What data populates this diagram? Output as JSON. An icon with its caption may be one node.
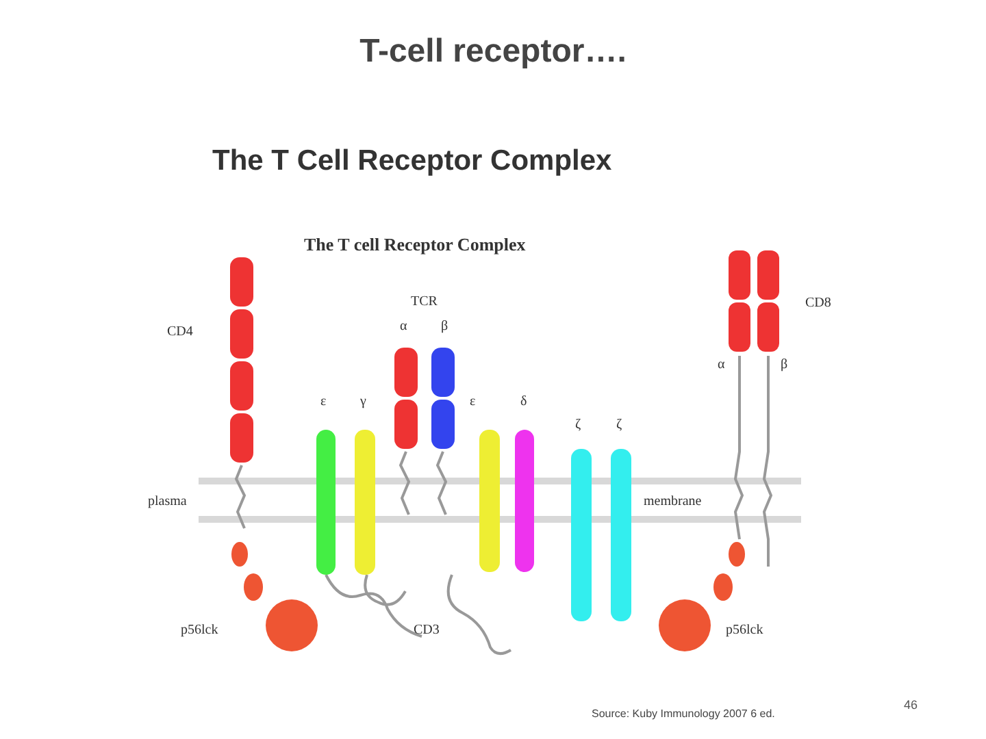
{
  "diagram": {
    "title": "T-cell receptor….",
    "caption": "Source: Kuby Immunology 2007 6 ed.",
    "nodes": [
      {
        "text": [
          "CD4"
        ]
      },
      {
        "text": [
          "ε"
        ]
      },
      {
        "text": [
          "γ"
        ]
      },
      {
        "text": [
          "α"
        ]
      },
      {
        "text": [
          "β"
        ]
      },
      {
        "text": [
          "ε"
        ]
      },
      {
        "text": [
          "δ"
        ]
      },
      {
        "text": [
          "ζ"
        ]
      },
      {
        "text": [
          "ζ"
        ]
      },
      {
        "text": [
          "CD8"
        ]
      },
      {
        "text": [
          "p56lck"
        ]
      },
      {
        "text": [
          "p56lck"
        ]
      }
    ],
    "labels": [
      "The T Cell Receptor Complex",
      "The T cell Receptor Complex",
      "TCR",
      "α",
      "β",
      "CD3",
      "plasma",
      "membrane",
      "46"
    ]
  }
}
